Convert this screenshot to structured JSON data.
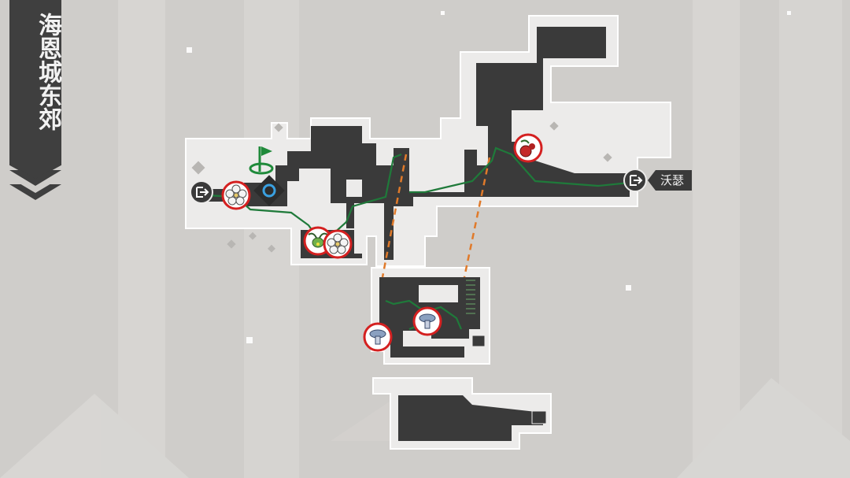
{
  "area": {
    "name": "海恩城东郊"
  },
  "exits": [
    {
      "id": "exit-west",
      "destination": ""
    },
    {
      "id": "exit-east",
      "destination": "沃瑟"
    }
  ],
  "markers": [
    {
      "type": "white-flower",
      "icon": "white-flower-icon"
    },
    {
      "type": "green-bug",
      "icon": "green-bug-icon"
    },
    {
      "type": "white-flower",
      "icon": "white-flower-icon"
    },
    {
      "type": "red-fruit-bomb",
      "icon": "red-fruit-icon"
    },
    {
      "type": "blue-mushroom",
      "icon": "blue-mushroom-icon"
    },
    {
      "type": "blue-mushroom",
      "icon": "blue-mushroom-icon"
    }
  ],
  "player": {
    "icon": "player-position-icon"
  },
  "flag": {
    "icon": "green-flag-icon"
  },
  "colors": {
    "background": "#cfcdca",
    "map_floor": "#ecebea",
    "map_wall": "#3a3a3a",
    "route": "#1f7a3a",
    "link": "#e07a2a",
    "marker_ring": "#d42020",
    "banner": "#3f3f3f"
  }
}
